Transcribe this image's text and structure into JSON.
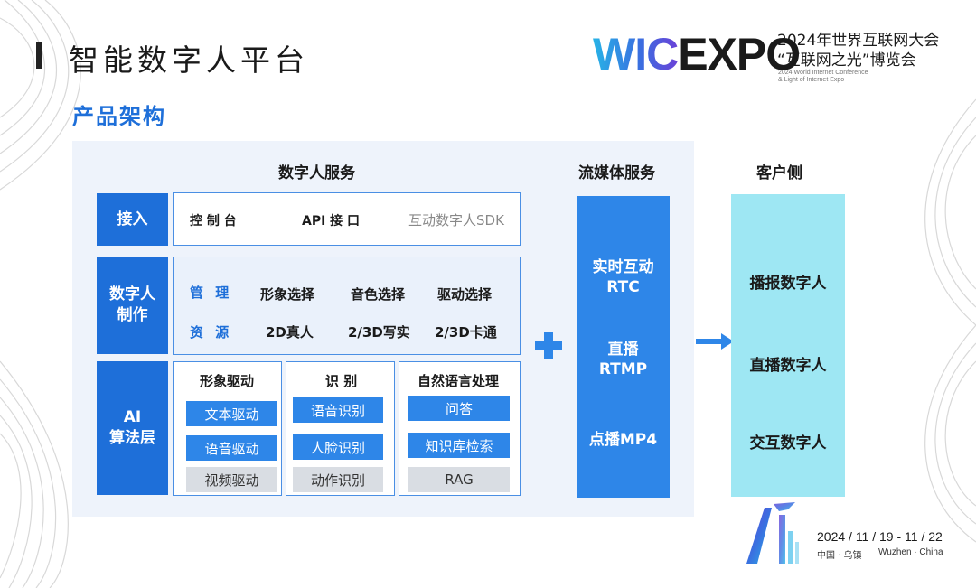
{
  "header": {
    "title": "智能数字人平台",
    "section": "产品架构"
  },
  "logo": {
    "wic": "WIC",
    "expo": "EXPO",
    "cn_line1": "2024年世界互联网大会",
    "cn_line2": "“互联网之光”博览会",
    "en_line1": "2024 World Internet Conference",
    "en_line2": "& Light of Internet Expo"
  },
  "digital_service": {
    "heading": "数字人服务",
    "access": {
      "label": "接入",
      "items": [
        "控 制 台",
        "API 接 口",
        "互动数字人SDK"
      ]
    },
    "production": {
      "label_line1": "数字人",
      "label_line2": "制作",
      "manage_label": "管 理",
      "manage_items": [
        "形象选择",
        "音色选择",
        "驱动选择"
      ],
      "resource_label": "资 源",
      "resource_items": [
        "2D真人",
        "2/3D写实",
        "2/3D卡通"
      ]
    },
    "ai": {
      "label_line1": "AI",
      "label_line2": "算法层",
      "groups": [
        {
          "title": "形象驱动",
          "items": [
            "文本驱动",
            "语音驱动",
            "视频驱动"
          ]
        },
        {
          "title": "识 别",
          "items": [
            "语音识别",
            "人脸识别",
            "动作识别"
          ]
        },
        {
          "title": "自然语言处理",
          "items": [
            "问答",
            "知识库检索",
            "RAG"
          ]
        }
      ]
    }
  },
  "streaming": {
    "heading": "流媒体服务",
    "items": [
      {
        "line1": "实时互动",
        "line2": "RTC"
      },
      {
        "line1": "直播",
        "line2": "RTMP"
      },
      {
        "line1": "点播MP4",
        "line2": ""
      }
    ]
  },
  "client": {
    "heading": "客户侧",
    "items": [
      "播报数字人",
      "直播数字人",
      "交互数字人"
    ]
  },
  "footer": {
    "date": "2024 / 11 / 19 - 11 / 22",
    "location_cn": "中国 · 乌镇",
    "location_en": "Wuzhen · China"
  },
  "colors": {
    "primary_blue": "#1e6fd9",
    "chip_blue": "#2e86e8",
    "client_cyan": "#9ee7f3",
    "panel_bg": "#eef3fb",
    "chip_gray": "#d9dde3"
  },
  "icons": [
    "plus-icon",
    "right-arrow-icon",
    "expo-emblem-icon"
  ]
}
